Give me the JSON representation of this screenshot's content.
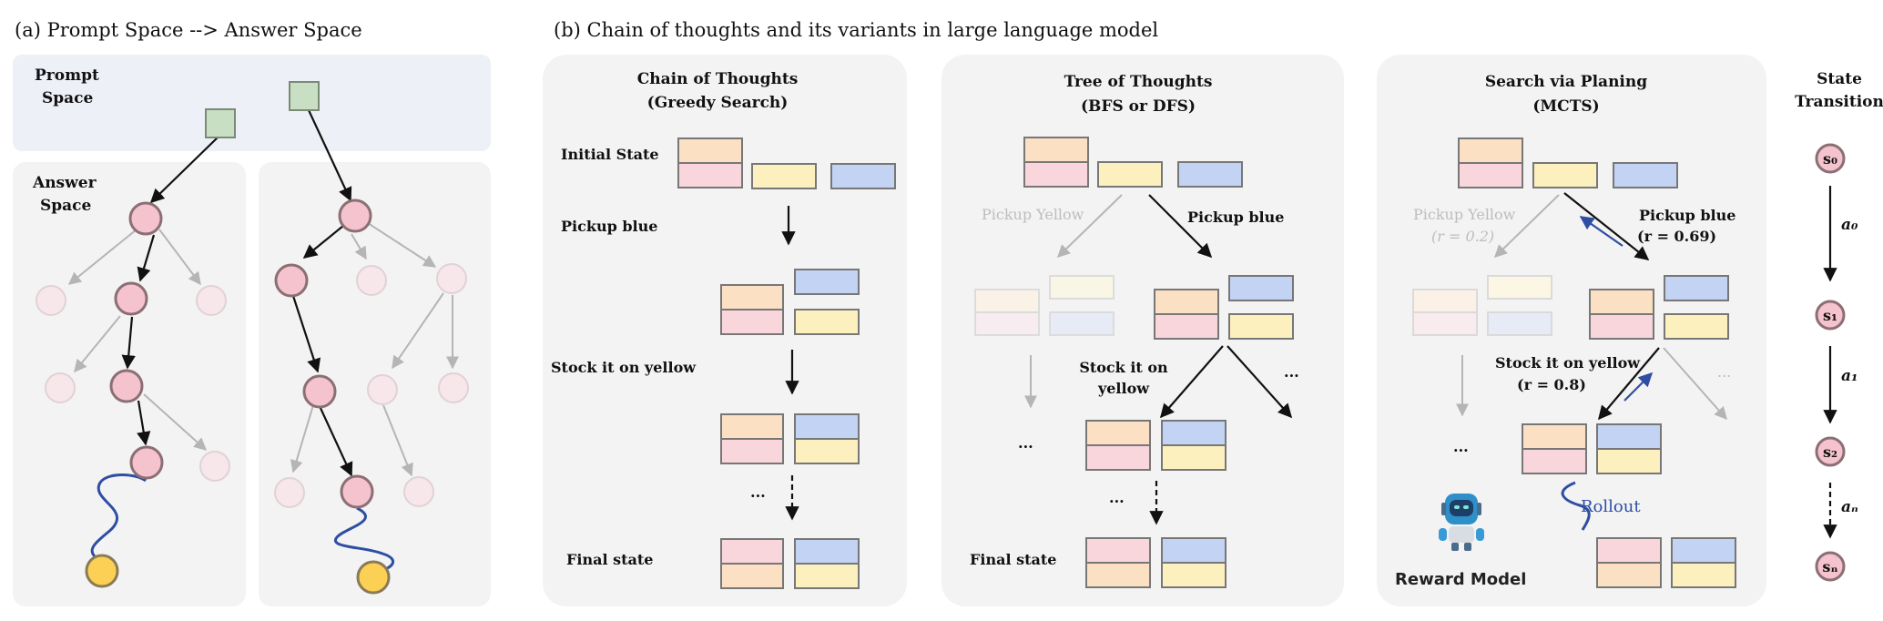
{
  "part_a": {
    "heading": "(a) Prompt Space  -->  Answer Space",
    "prompt_space_label_1": "Prompt",
    "prompt_space_label_2": "Space",
    "answer_space_label_1": "Answer",
    "answer_space_label_2": "Space"
  },
  "part_b": {
    "heading": "(b) Chain of thoughts and its variants in large language model"
  },
  "panel_cot": {
    "title_1": "Chain of Thoughts",
    "title_2": "(Greedy Search)",
    "initial_state": "Initial State",
    "pickup_blue": "Pickup blue",
    "stock_on_yellow": "Stock it on yellow",
    "ellipsis": "...",
    "final_state": "Final state"
  },
  "panel_tot": {
    "title_1": "Tree of Thoughts",
    "title_2": "(BFS or DFS)",
    "pickup_yellow": "Pickup Yellow",
    "pickup_blue": "Pickup blue",
    "stock_on_1": "Stock it on",
    "stock_on_2": "yellow",
    "ellipsis": "...",
    "final_state": "Final state"
  },
  "panel_mcts": {
    "title_1": "Search via Planing",
    "title_2": "(MCTS)",
    "pickup_yellow": "Pickup Yellow",
    "reward_yellow": "(r = 0.2)",
    "pickup_blue": "Pickup blue",
    "reward_blue": "(r = 0.69)",
    "stock_on_yellow": "Stock it on yellow",
    "reward_stock": "(r = 0.8)",
    "ellipsis": "...",
    "rollout": "Rollout",
    "reward_model": "Reward Model"
  },
  "state_transition": {
    "title_1": "State",
    "title_2": "Transition",
    "s0": "s₀",
    "s1": "s₁",
    "s2": "s₂",
    "sn": "sₙ",
    "a0": "a₀",
    "a1": "a₁",
    "an": "aₙ"
  },
  "colors": {
    "orange": "#fbe0c4",
    "pink": "#f9d5dc",
    "yellow": "#fdf0bf",
    "blue": "#c3d3f3",
    "node_pink": "#f5c3cd",
    "node_yellow": "#fbd055",
    "prompt_node": "#c9dfc4",
    "rollout_blue": "#2e4ea3",
    "panel_bg": "#f3f3f4",
    "prompt_bg": "#eef0f7"
  }
}
